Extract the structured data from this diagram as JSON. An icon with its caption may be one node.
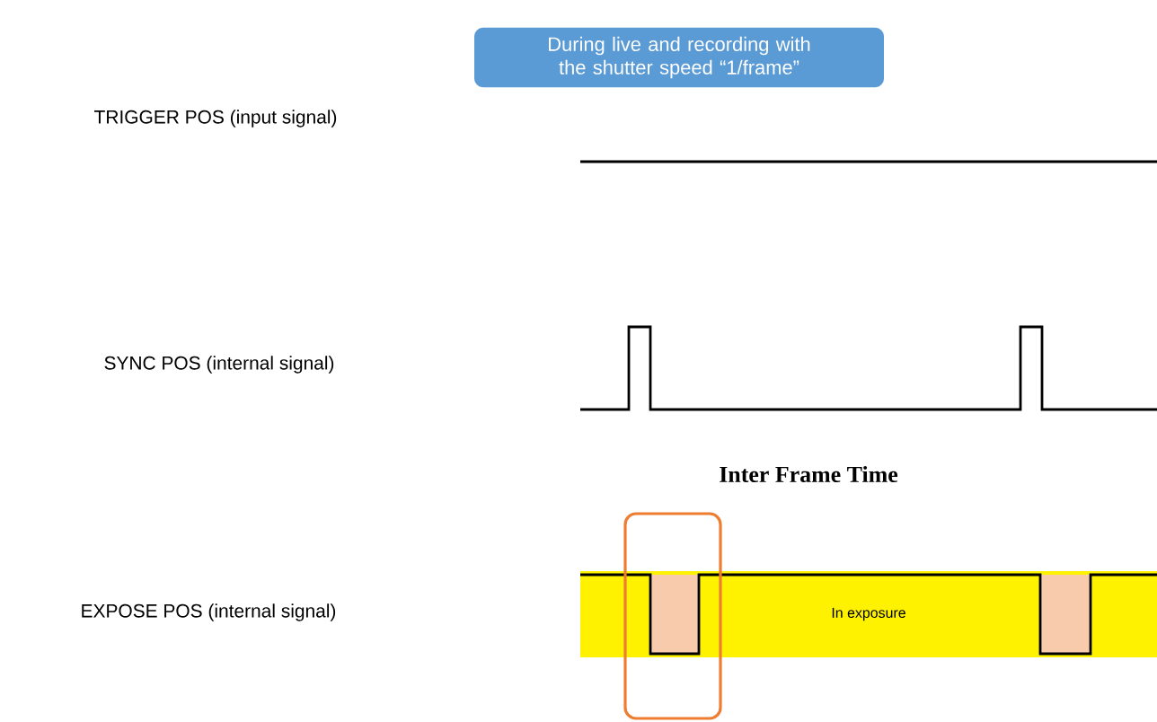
{
  "diagram": {
    "nodes": [
      {
        "text": [
          "During live and recording with the shutter speed “1/frame”"
        ]
      },
      {
        "text": [
          "In exposure"
        ]
      }
    ],
    "labels": [
      "TRIGGER POS (input signal)",
      "SYNC POS (internal signal)",
      "Inter Frame Time",
      "EXPOSE POS (internal signal)"
    ]
  }
}
